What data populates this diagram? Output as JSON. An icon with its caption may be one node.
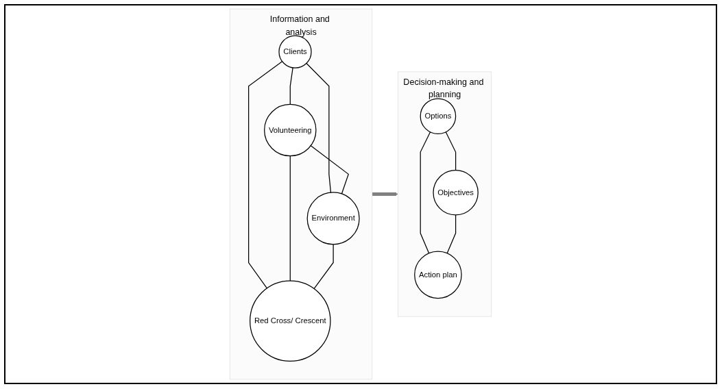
{
  "diagram": {
    "nodes": [
      {
        "text": [
          "Information and analysis"
        ]
      },
      {
        "text": [
          "Clients"
        ],
        "in": 0
      },
      {
        "text": [
          "Volunteering"
        ],
        "in": 0
      },
      {
        "text": [
          "Environment"
        ],
        "in": 0
      },
      {
        "text": [
          "Red Cross/ Crescent"
        ],
        "in": 0
      },
      {
        "text": [
          "Decision-making and planning"
        ]
      },
      {
        "text": [
          "Options"
        ],
        "in": 5
      },
      {
        "text": [
          "Objectives"
        ],
        "in": 5
      },
      {
        "text": [
          "Action plan"
        ],
        "in": 5
      }
    ],
    "edges": [
      {
        "from": 1,
        "to": 2,
        "arrow": "none"
      },
      {
        "from": 1,
        "to": 3,
        "arrow": "none"
      },
      {
        "from": 1,
        "to": 4,
        "arrow": "none"
      },
      {
        "from": 2,
        "to": 3,
        "arrow": "none"
      },
      {
        "from": 2,
        "to": 4,
        "arrow": "none"
      },
      {
        "from": 3,
        "to": 4,
        "arrow": "none"
      },
      {
        "from": 6,
        "to": 7,
        "arrow": "none"
      },
      {
        "from": 6,
        "to": 8,
        "arrow": "none"
      },
      {
        "from": 7,
        "to": 8,
        "arrow": "none"
      },
      {
        "from": 0,
        "to": 5,
        "arrow": "to",
        "style": "thick",
        "color": "#808080"
      }
    ]
  }
}
